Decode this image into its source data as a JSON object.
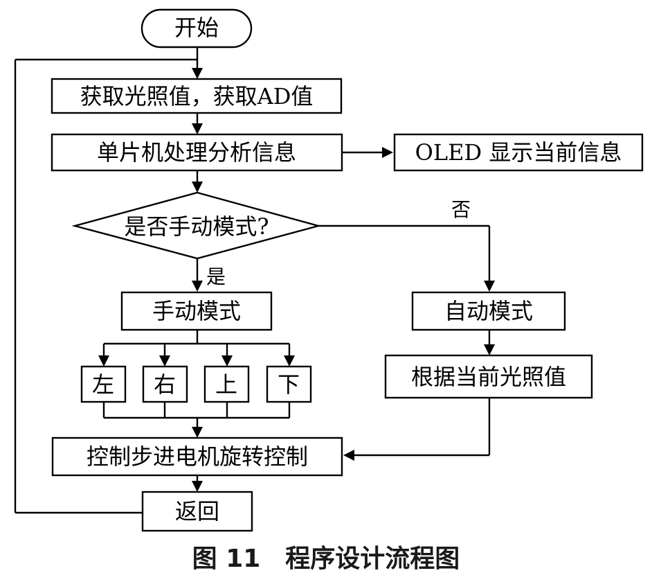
{
  "nodes": {
    "start": "开始",
    "get_values": "获取光照值，获取AD值",
    "process": "单片机处理分析信息",
    "oled": "OLED 显示当前信息",
    "decision": "是否手动模式?",
    "manual": "手动模式",
    "auto": "自动模式",
    "left": "左",
    "right": "右",
    "up": "上",
    "down": "下",
    "by_light": "根据当前光照值",
    "control": "控制步进电机旋转控制",
    "return": "返回"
  },
  "edge_labels": {
    "yes": "是",
    "no": "否"
  },
  "caption": "图 11　程序设计流程图"
}
